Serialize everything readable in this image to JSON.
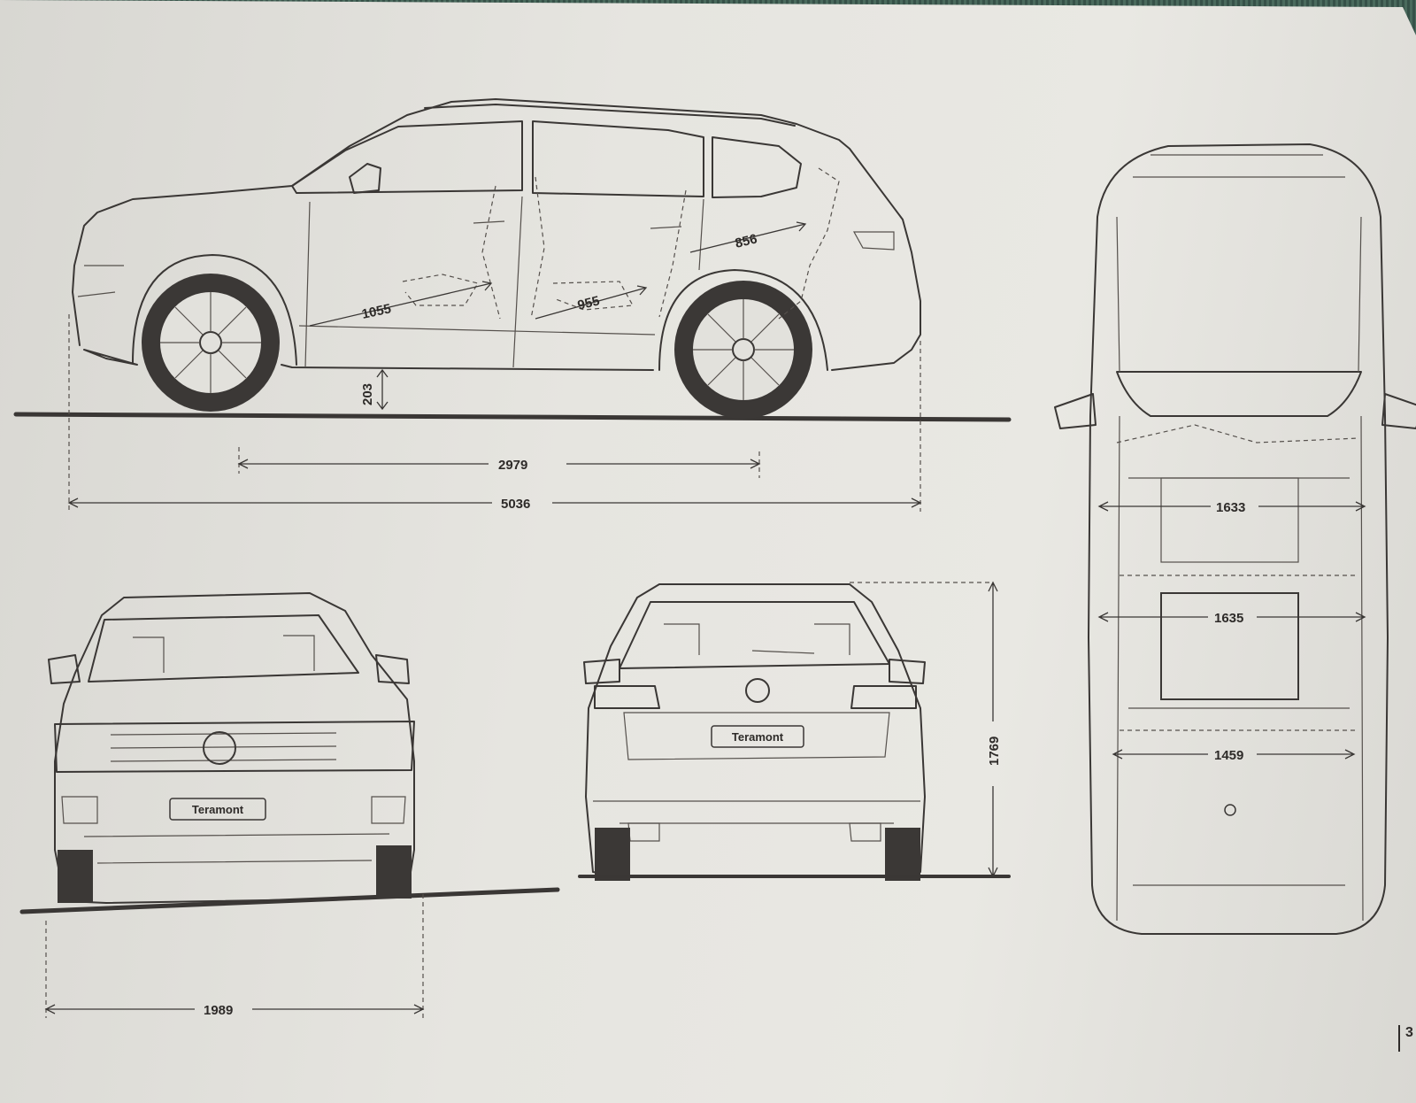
{
  "dimensions": {
    "length": "5036",
    "wheelbase": "2979",
    "width": "1989",
    "height": "1769",
    "ground_clearance": "203",
    "first_row_legroom": "1055",
    "second_row_legroom": "955",
    "third_row_legroom": "856",
    "first_row_shoulder": "1633",
    "second_row_shoulder": "1635",
    "third_row_shoulder": "1459"
  },
  "badges": {
    "front": "Teramont",
    "rear": "Teramont"
  },
  "page_number": "3"
}
